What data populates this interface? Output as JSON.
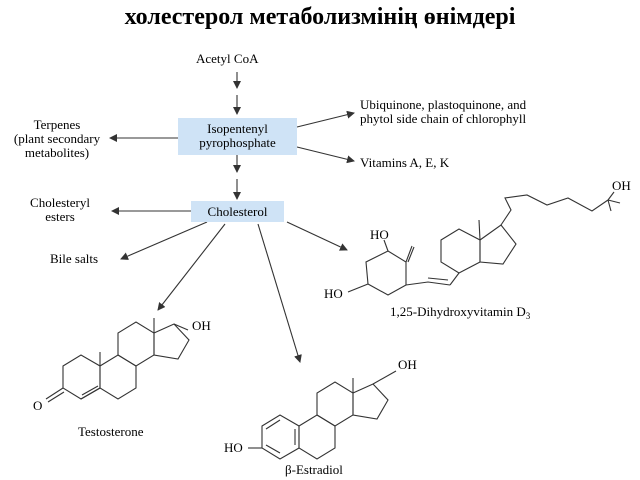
{
  "title": "холестерол метаболизмінің өнімдері",
  "nodes": {
    "acetyl_coa": "Acetyl CoA",
    "isopentenyl_1": "Isopentenyl",
    "isopentenyl_2": "pyrophosphate",
    "terpenes_1": "Terpenes",
    "terpenes_2": "(plant secondary",
    "terpenes_3": "metabolites)",
    "ubiquinone_1": "Ubiquinone, plastoquinone, and",
    "ubiquinone_2": "phytol side chain of chlorophyll",
    "vitamins": "Vitamins A, E, K",
    "cholesterol": "Cholesterol",
    "cholesteryl_1": "Cholesteryl",
    "cholesteryl_2": "esters",
    "bile_salts": "Bile salts",
    "vitamin_d3": "1,25-Dihydroxyvitamin D",
    "vitamin_d3_sub": "3",
    "testosterone": "Testosterone",
    "estradiol": "β-Estradiol"
  },
  "atoms": {
    "oh": "OH",
    "ho": "HO",
    "o": "O"
  },
  "colors": {
    "box_fill": "#cfe3f6",
    "line": "#333333"
  }
}
